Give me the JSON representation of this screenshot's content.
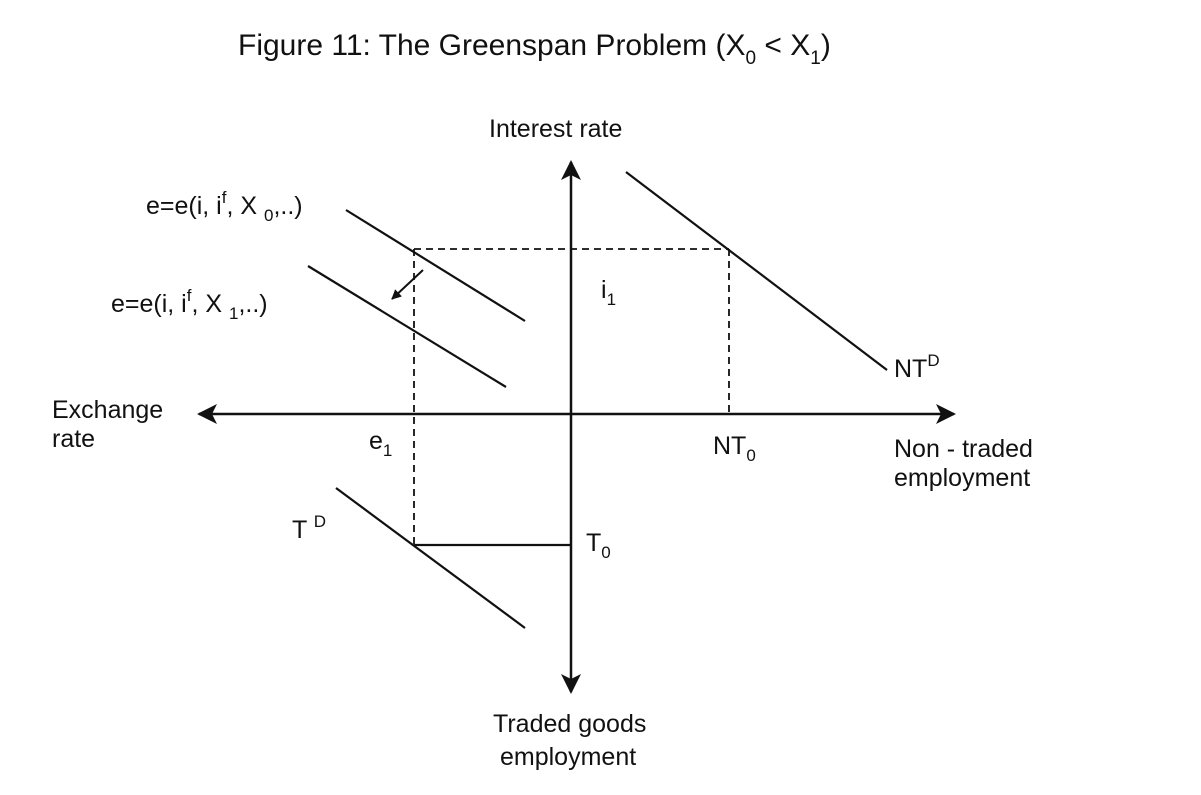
{
  "title": {
    "main": "Figure 11: The Greenspan Problem (X",
    "sub0": "0",
    "lt": " < X",
    "sub1": "1",
    "close": ")"
  },
  "axes": {
    "north": "Interest rate",
    "west_line1": "Exchange",
    "west_line2": "rate",
    "east_line1": "Non - traded",
    "east_line2": "employment",
    "south_line1": "Traded goods",
    "south_line2": "employment"
  },
  "curves": {
    "e0": {
      "pre": "e=e(i, i",
      "sup": "f",
      "mid": ", X ",
      "sub": "0",
      "post": ",..)"
    },
    "e1": {
      "pre": "e=e(i, i",
      "sup": "f",
      "mid": ", X ",
      "sub": "1",
      "post": ",..)"
    },
    "ntd": {
      "base": "NT",
      "sup": "D"
    },
    "td": {
      "base": "T",
      "sup": "D"
    }
  },
  "points": {
    "i1": {
      "base": "i",
      "sub": "1"
    },
    "e1": {
      "base": "e",
      "sub": "1"
    },
    "nt0": {
      "base": "NT",
      "sub": "0"
    },
    "t0": {
      "base": "T",
      "sub": "0"
    }
  },
  "colors": {
    "ink": "#111111",
    "background": "#ffffff"
  }
}
